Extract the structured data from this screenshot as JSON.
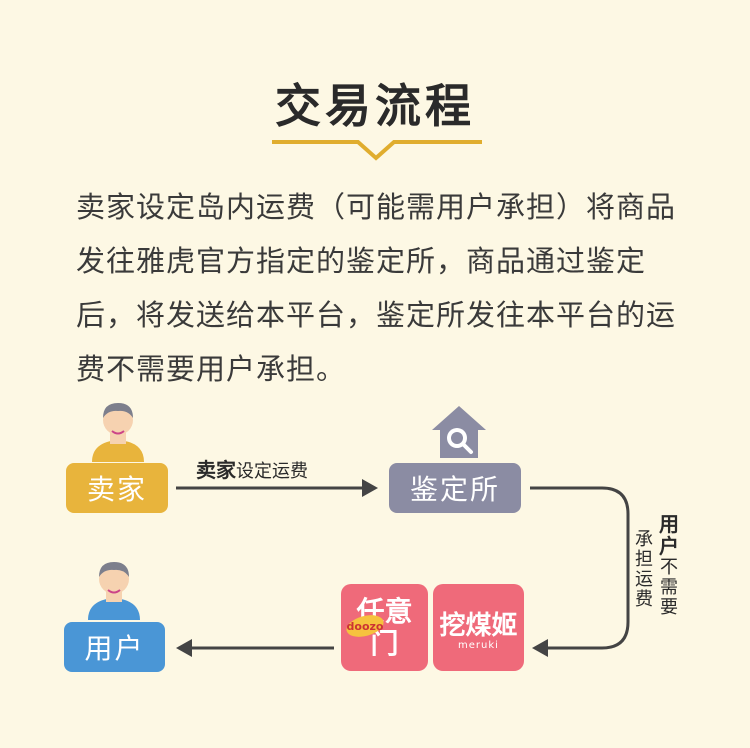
{
  "title": "交易流程",
  "description": "卖家设定岛内运费（可能需用户承担）将商品发往雅虎官方指定的鉴定所，商品通过鉴定后，将发送给本平台，鉴定所发往本平台的运费不需要用户承担。",
  "nodes": {
    "seller": "卖家",
    "authenticator": "鉴定所",
    "user": "用户"
  },
  "edges": {
    "seller_to_auth": {
      "bold": "卖家",
      "text": "设定运费"
    },
    "auth_to_platform": {
      "bold": "用户",
      "text": "不需要"
    },
    "auth_to_platform_side": "承担运费"
  },
  "platform_logos": {
    "rinyimen_top": "任意",
    "rinyimen_bottom": "门",
    "rinyimen_badge": "doozo",
    "mercari_main": "挖煤姬",
    "mercari_sub": "meruki"
  },
  "colors": {
    "seller": "#e8b43c",
    "authenticator": "#8b8ca3",
    "user": "#4a96d6",
    "platform": "#ef6a7a",
    "accent": "#e0ad2e"
  },
  "icons": [
    "seller-avatar-icon",
    "house-search-icon",
    "user-avatar-icon"
  ]
}
